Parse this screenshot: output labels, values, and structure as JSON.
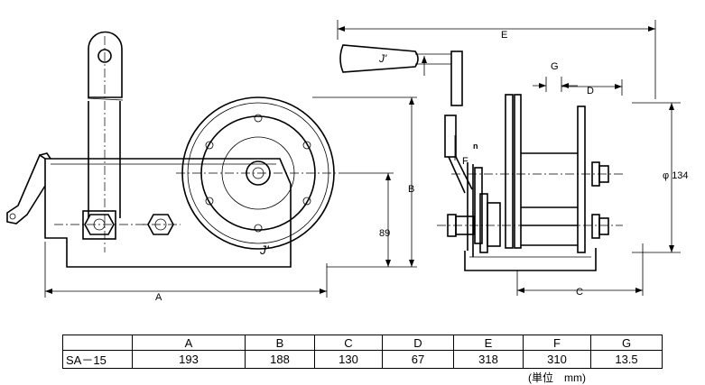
{
  "dimension_labels": {
    "A": "A",
    "B": "B",
    "C": "C",
    "D": "D",
    "E": "E",
    "F": "F",
    "G": "G",
    "n": "n",
    "height_89": "89",
    "diameter_134": "φ 134"
  },
  "logo_mark": "J'",
  "table": {
    "header": [
      "",
      "A",
      "B",
      "C",
      "D",
      "E",
      "F",
      "G"
    ],
    "rows": [
      {
        "model": "SA－15",
        "values": [
          "193",
          "188",
          "130",
          "67",
          "318",
          "310",
          "13.5"
        ]
      }
    ]
  },
  "unit_note": "(単位　mm)"
}
